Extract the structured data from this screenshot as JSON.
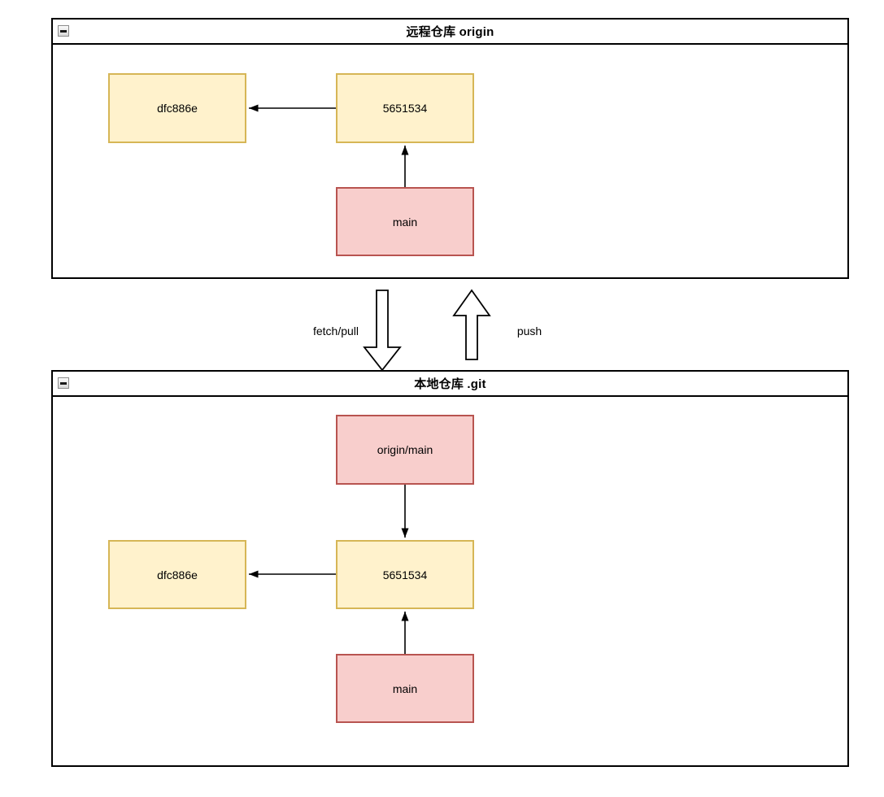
{
  "diagram": {
    "remote_panel": {
      "title": "远程仓库 origin",
      "collapse_icon": "minus",
      "nodes": {
        "dfc886e": {
          "label": "dfc886e",
          "type": "commit"
        },
        "c5651534": {
          "label": "5651534",
          "type": "commit"
        },
        "main": {
          "label": "main",
          "type": "branch"
        }
      }
    },
    "local_panel": {
      "title": "本地仓库 .git",
      "collapse_icon": "minus",
      "nodes": {
        "origin_main": {
          "label": "origin/main",
          "type": "branch"
        },
        "dfc886e": {
          "label": "dfc886e",
          "type": "commit"
        },
        "c5651534": {
          "label": "5651534",
          "type": "commit"
        },
        "main": {
          "label": "main",
          "type": "branch"
        }
      }
    },
    "sync_arrows": {
      "fetch_label": "fetch/pull",
      "push_label": "push",
      "fetch_direction": "down",
      "push_direction": "up"
    },
    "colors": {
      "commit_fill": "#FFF2CC",
      "commit_border": "#D6B656",
      "branch_fill": "#F8CECC",
      "branch_border": "#B85450",
      "panel_border": "#000000",
      "background": "#FFFFFF",
      "text": "#000000"
    }
  }
}
